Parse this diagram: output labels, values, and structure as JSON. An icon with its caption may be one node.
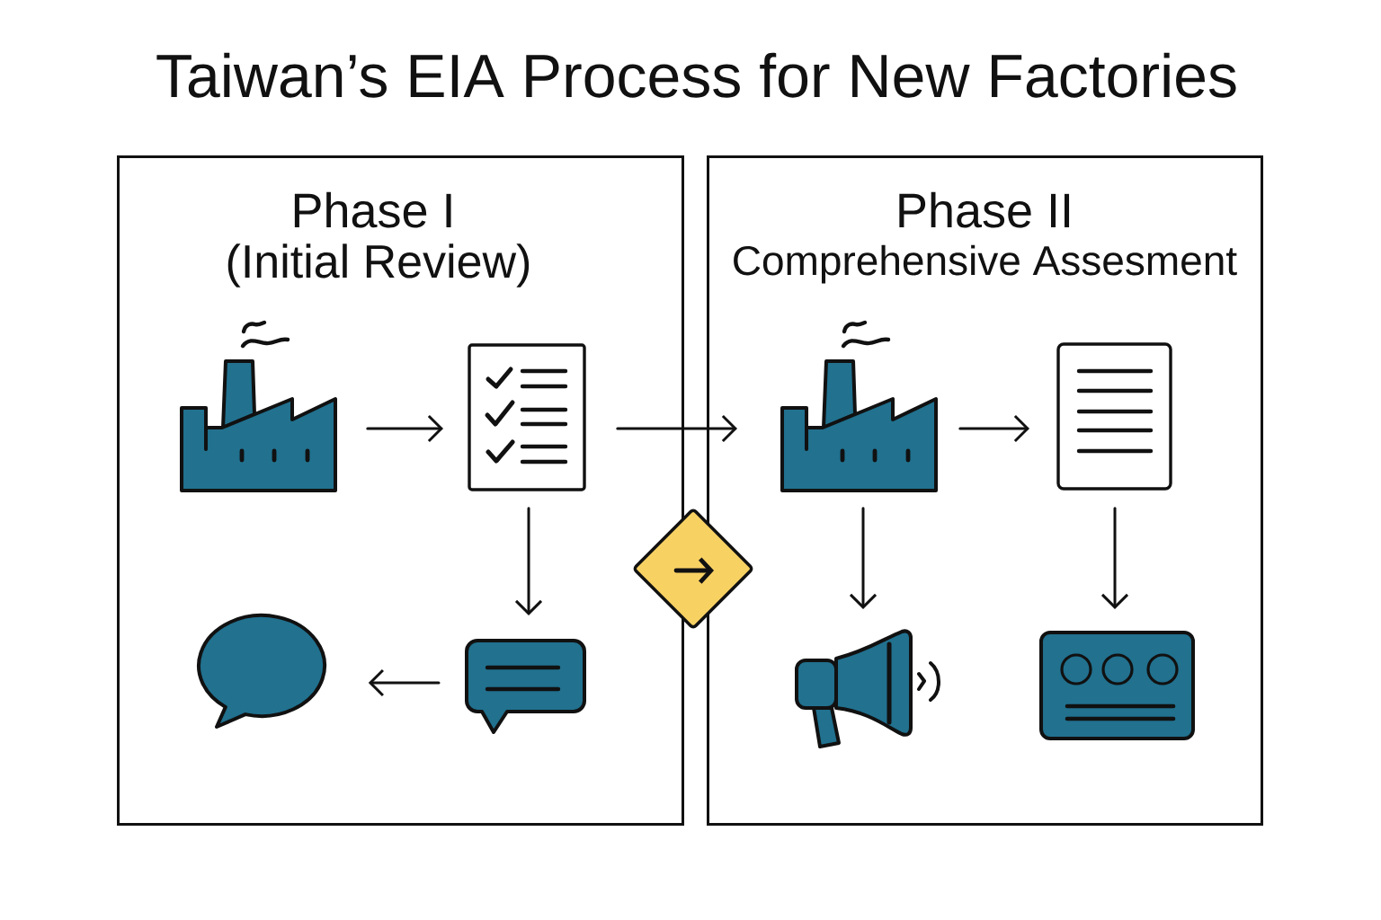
{
  "diagram": {
    "title": "Taiwan’s EIA Process for New Factories",
    "nodes": [
      {
        "text": [
          "Phase I",
          "(Initial Review)"
        ]
      },
      {
        "text": [],
        "shape": "picture",
        "in": 0
      },
      {
        "text": [],
        "shape": "picture",
        "in": 0
      },
      {
        "text": [],
        "shape": "picture",
        "in": 0
      },
      {
        "text": [],
        "shape": "picture",
        "in": 0
      },
      {
        "text": [],
        "shape": "diamond"
      },
      {
        "text": [
          "Phase II",
          "Comprehensive Assesment"
        ]
      },
      {
        "text": [],
        "shape": "picture",
        "in": 6
      },
      {
        "text": [],
        "shape": "picture",
        "in": 6
      },
      {
        "text": [],
        "shape": "picture",
        "in": 6
      },
      {
        "text": [],
        "shape": "picture",
        "in": 6
      }
    ],
    "edges": [
      {
        "from": 1,
        "to": 2,
        "arrow": "to"
      },
      {
        "from": 2,
        "to": 4,
        "arrow": "to"
      },
      {
        "from": 4,
        "to": 3,
        "arrow": "to"
      },
      {
        "from": 2,
        "to": 7,
        "arrow": "to"
      },
      {
        "from": 7,
        "to": 8,
        "arrow": "to"
      },
      {
        "from": 7,
        "to": 9,
        "arrow": "to"
      },
      {
        "from": 8,
        "to": 10,
        "arrow": "to"
      }
    ]
  }
}
